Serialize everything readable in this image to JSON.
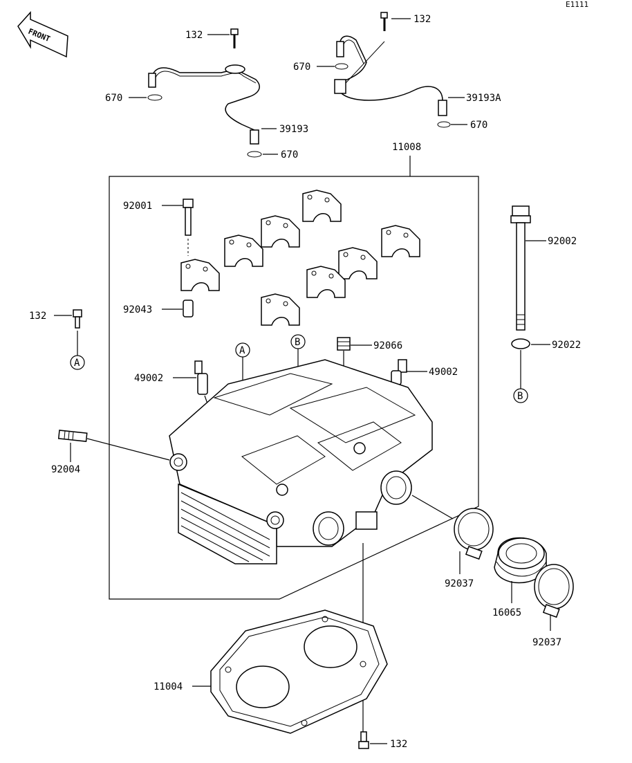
{
  "diagram_code": "E1111",
  "front_label": "FRONT",
  "callouts": {
    "a": "A",
    "b": "B"
  },
  "parts": {
    "p132_tl": "132",
    "p670_l1": "670",
    "p39193": "39193",
    "p670_l2": "670",
    "p132_tr": "132",
    "p670_r1": "670",
    "p39193a": "39193A",
    "p670_r2": "670",
    "p11008": "11008",
    "p92001": "92001",
    "p92043": "92043",
    "p92002": "92002",
    "p92022": "92022",
    "p132_l": "132",
    "p92066": "92066",
    "p49002_l": "49002",
    "p49002_r": "49002",
    "p92004": "92004",
    "p92037_a": "92037",
    "p16065": "16065",
    "p92037_b": "92037",
    "p11004": "11004",
    "p132_b": "132"
  }
}
